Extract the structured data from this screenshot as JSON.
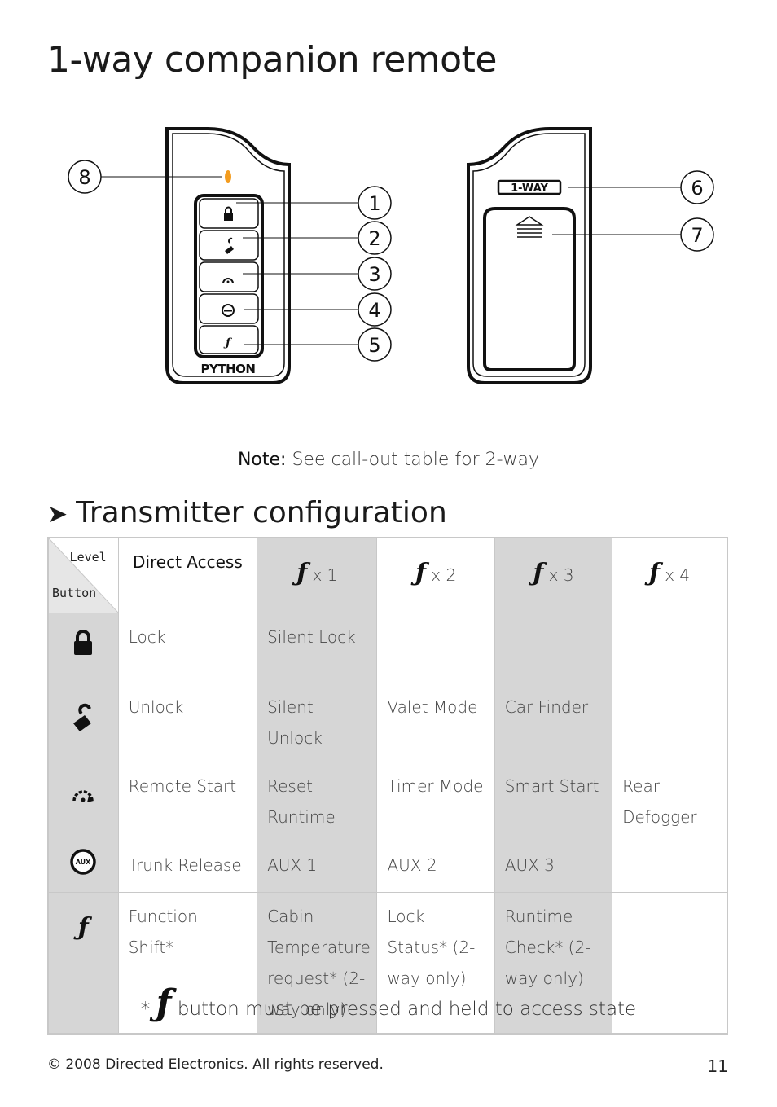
{
  "page": {
    "title": "1-way companion remote",
    "note_label": "Note:",
    "note_text": " See call-out table for 2-way",
    "section_arrow": "➤",
    "section_heading": "Transmitter configuration",
    "footnote_star": "*",
    "footnote_text": " button must be pressed and held to access state",
    "copyright": "© 2008 Directed Electronics. All rights reserved.",
    "page_number": "11"
  },
  "figure": {
    "brand_front": "PYTHON",
    "brand_back": "1-WAY",
    "callouts": [
      "1",
      "2",
      "3",
      "4",
      "5",
      "6",
      "7",
      "8"
    ]
  },
  "table": {
    "corner_level": "Level",
    "corner_button": "Button",
    "direct_access": "Direct Access",
    "f_glyph": "ƒ",
    "levels": [
      "x 1",
      "x 2",
      "x 3",
      "x 4"
    ],
    "rows": [
      {
        "icon": "lock-icon",
        "cells": [
          "Lock",
          "Silent Lock",
          "",
          "",
          ""
        ]
      },
      {
        "icon": "unlock-icon",
        "cells": [
          "Unlock",
          "Silent Unlock",
          "Valet Mode",
          "Car Finder",
          ""
        ]
      },
      {
        "icon": "remote-start-icon",
        "cells": [
          "Remote Start",
          "Reset Runtime",
          "Timer Mode",
          "Smart Start",
          "Rear Defogger"
        ]
      },
      {
        "icon": "aux-icon",
        "cells": [
          "Trunk Release",
          "AUX 1",
          "AUX 2",
          "AUX 3",
          ""
        ]
      },
      {
        "icon": "function-icon",
        "cells": [
          "Function Shift*",
          "Cabin Temperature request* (2-way only)",
          "Lock Status* (2-way only)",
          "Runtime Check* (2-way only)",
          ""
        ]
      }
    ],
    "aux_icon_text": "AUX"
  },
  "colors": {
    "shade": "#d6d6d6",
    "led": "#f39c1f",
    "border": "#c8c8c8"
  }
}
